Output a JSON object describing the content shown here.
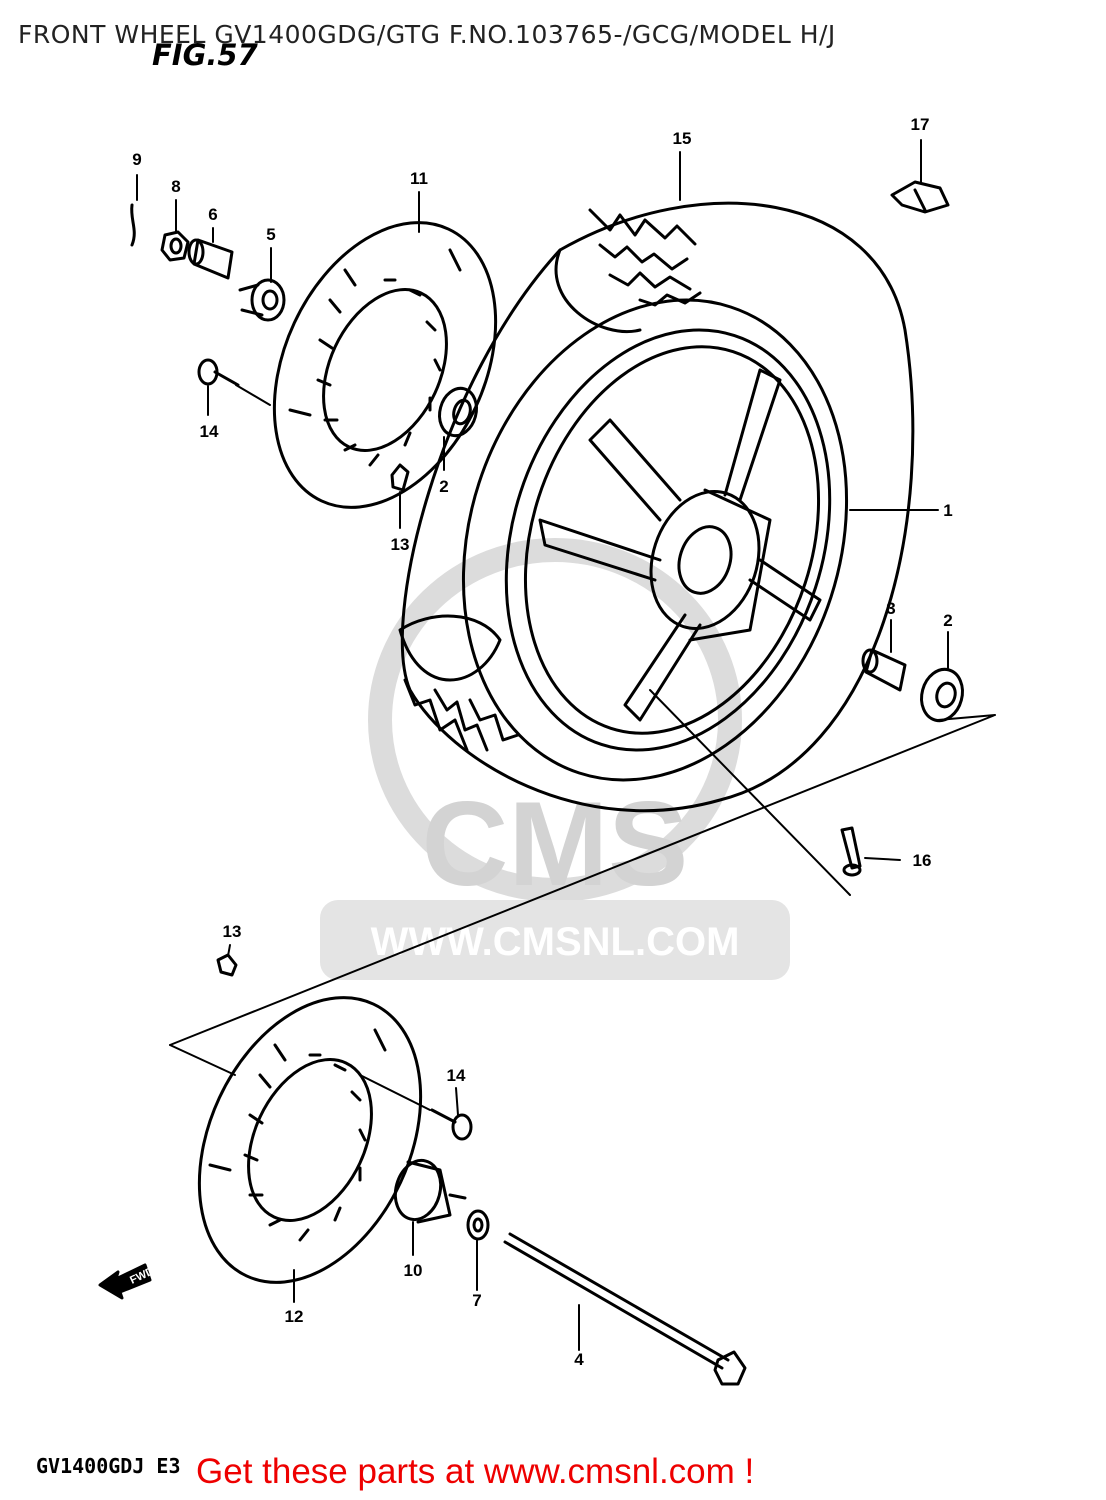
{
  "header": {
    "title": "FRONT WHEEL GV1400GDG/GTG F.NO.103765-/GCG/MODEL H/J",
    "fig_label": "FIG.57"
  },
  "watermark": {
    "brand": "CMS",
    "url": "WWW.CMSNL.COM"
  },
  "parts": {
    "p1": "1",
    "p2a": "2",
    "p2b": "2",
    "p3": "3",
    "p4": "4",
    "p5": "5",
    "p6": "6",
    "p7": "7",
    "p8": "8",
    "p9": "9",
    "p10": "10",
    "p11": "11",
    "p12": "12",
    "p13a": "13",
    "p13b": "13",
    "p14a": "14",
    "p14b": "14",
    "p15": "15",
    "p16": "16",
    "p17": "17"
  },
  "direction_arrow": {
    "label": "FWD",
    "icon": "forward-arrow-icon"
  },
  "diagram_code": "GV1400GDJ E3",
  "footer": {
    "text": "Get these parts at www.cmsnl.com !",
    "color": "#ee0000"
  }
}
